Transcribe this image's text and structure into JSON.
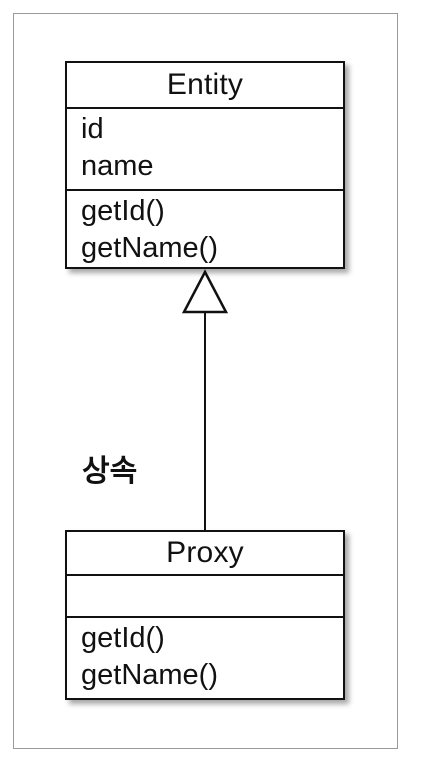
{
  "diagram": {
    "classes": [
      {
        "name": "Entity",
        "attributes": [
          "id",
          "name"
        ],
        "methods": [
          "getId()",
          "getName()"
        ]
      },
      {
        "name": "Proxy",
        "attributes": [],
        "methods": [
          "getId()",
          "getName()"
        ]
      }
    ],
    "relation": {
      "type": "inheritance",
      "from": "Proxy",
      "to": "Entity",
      "label": "상속"
    }
  }
}
